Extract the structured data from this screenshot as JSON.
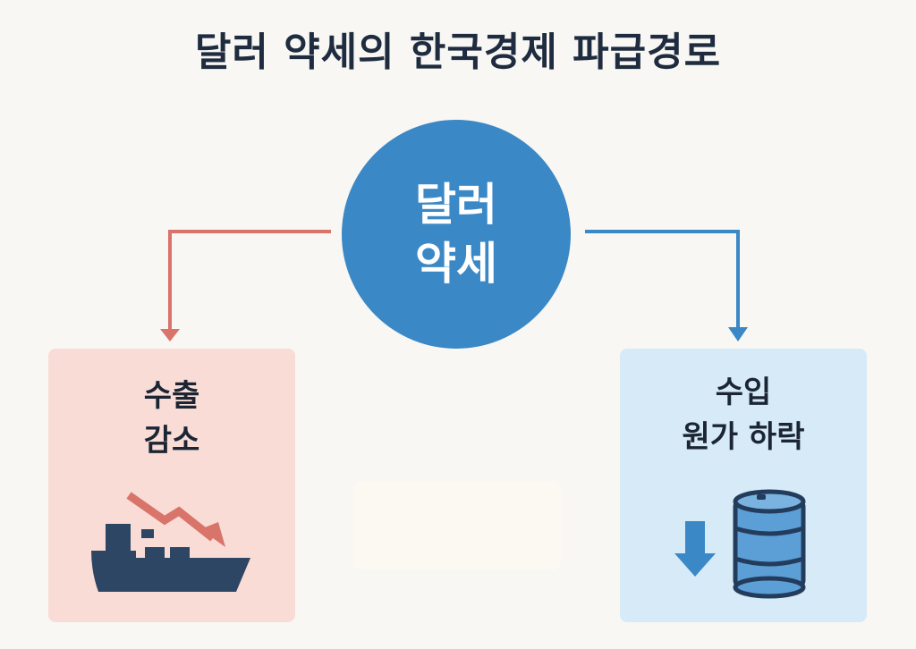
{
  "title": "달러 약세의 한국경제 파급경로",
  "center": {
    "line1": "달러",
    "line2": "약세"
  },
  "left_card": {
    "line1": "수출",
    "line2": "감소",
    "icon": "cargo-ship-down-trend-icon"
  },
  "right_card": {
    "line1": "수입",
    "line2": "원가 하락",
    "icon": "oil-barrel-down-arrow-icon"
  },
  "colors": {
    "circle": "#3b88c6",
    "left_arrow": "#d9746a",
    "right_arrow": "#3b88c6",
    "ship": "#2d4663",
    "left_card_bg": "#f9dcd6",
    "right_card_bg": "#d6ebf7"
  }
}
